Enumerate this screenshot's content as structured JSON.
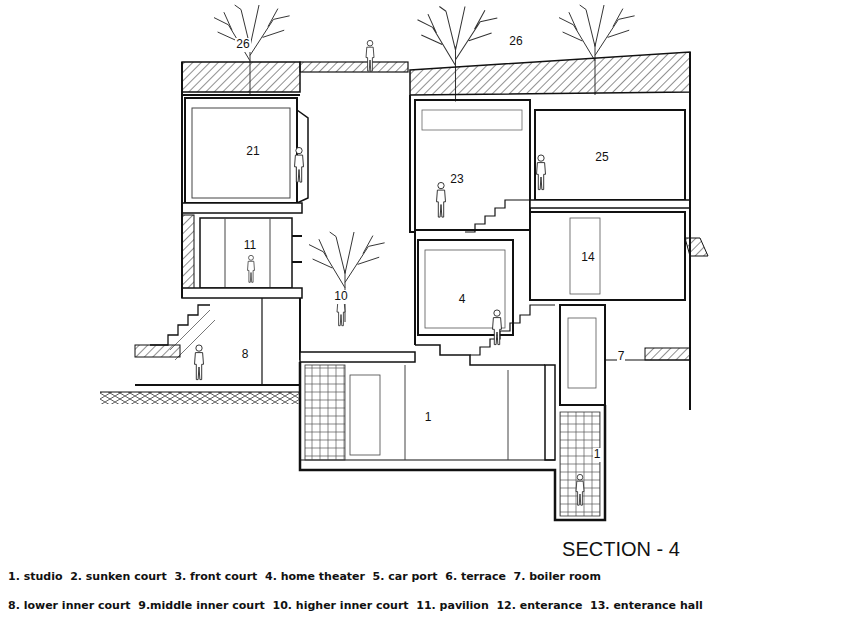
{
  "diagram": {
    "title": "SECTION - 4",
    "labels": [
      "26",
      "26",
      "21",
      "25",
      "23",
      "11",
      "14",
      "10",
      "4",
      "8",
      "7",
      "1",
      "1",
      "1. studio  2. sunken court  3. front court  4. home theater  5. car port  6. terrace  7. boiler room",
      "8. lower inner court  9.middle inner court  10. higher inner court  11. pavilion  12. enterance  13. enterance hall"
    ]
  }
}
